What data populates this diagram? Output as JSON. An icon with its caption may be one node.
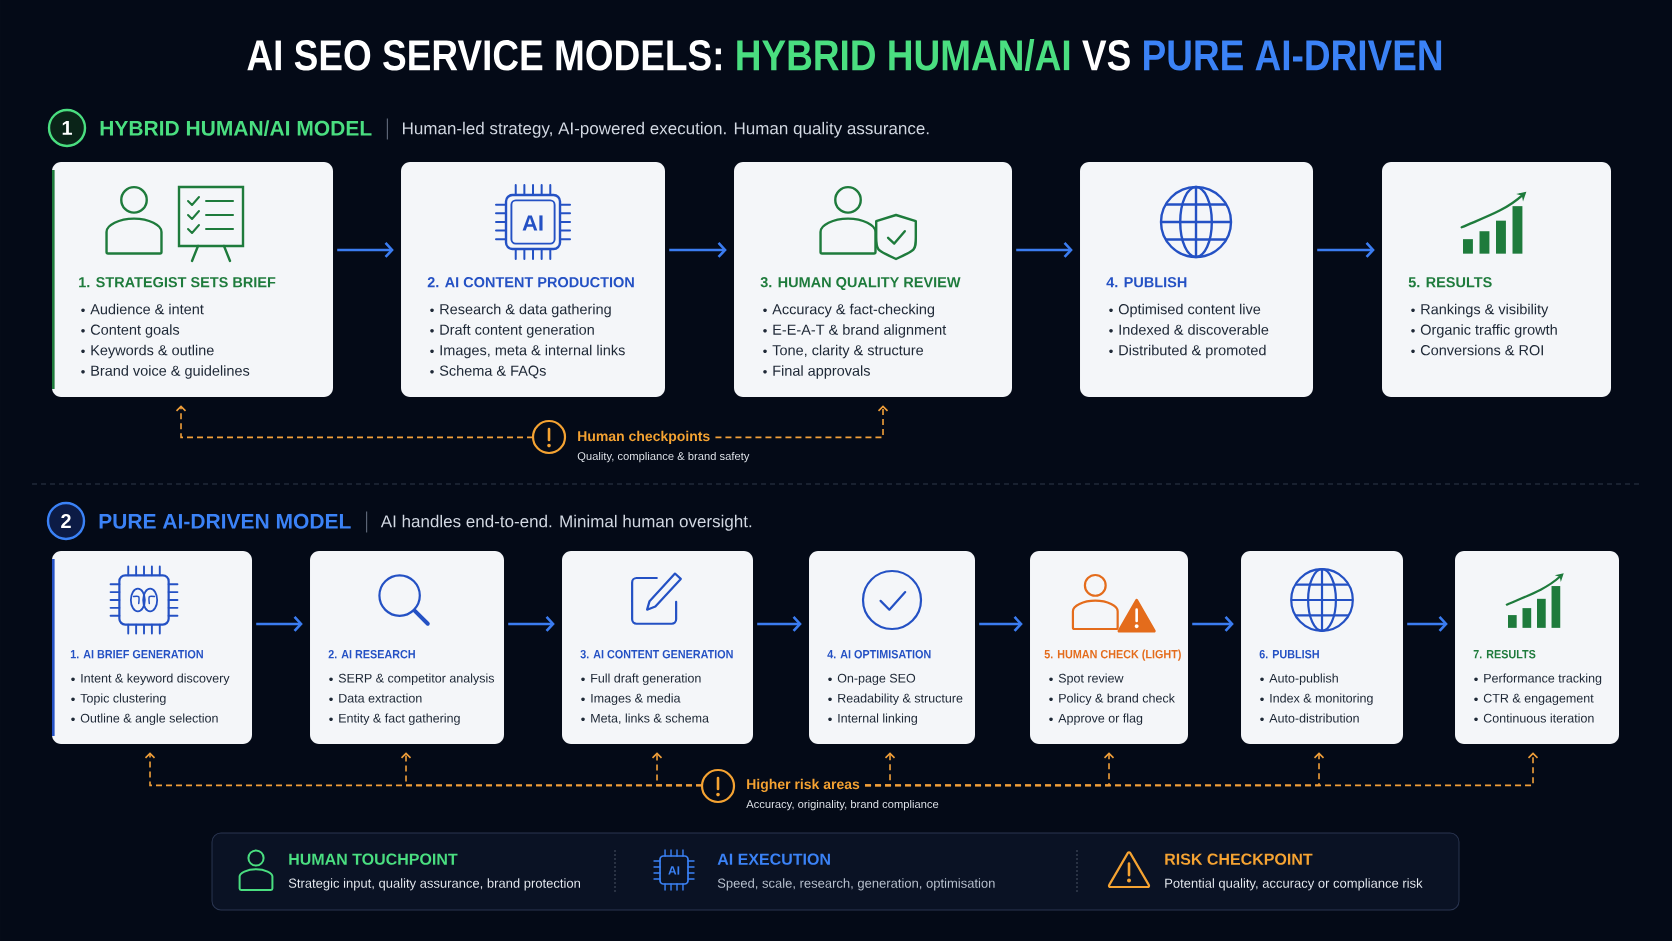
{
  "diagram": {
    "title": "AI SEO SERVICE MODELS: HYBRID HUMAN/AI VS PURE AI-DRIVEN",
    "nodes": [
      {
        "text": [
          "1"
        ],
        "beside": [
          "HYBRID HUMAN/AI MODEL",
          "Human-led strategy, AI-powered execution. Human quality assurance."
        ]
      },
      {
        "text": [
          "1. STRATEGIST SETS BRIEF",
          "Audience & intent",
          "Content goals",
          "Keywords & outline",
          "Brand voice & guidelines"
        ]
      },
      {
        "text": [
          "2. AI CONTENT PRODUCTION",
          "Research & data gathering",
          "Draft content generation",
          "Images, meta & internal links",
          "Schema & FAQs"
        ]
      },
      {
        "text": [
          "3. HUMAN QUALITY REVIEW",
          "Accuracy & fact-checking",
          "E-E-A-T & brand alignment",
          "Tone, clarity & structure",
          "Final approvals"
        ]
      },
      {
        "text": [
          "4. PUBLISH",
          "Optimised content live",
          "Indexed & discoverable",
          "Distributed & promoted"
        ]
      },
      {
        "text": [
          "5. RESULTS",
          "Rankings & visibility",
          "Organic traffic growth",
          "Conversions & ROI"
        ]
      },
      {
        "text": [
          "Human checkpoints",
          "Quality, compliance & brand safety"
        ]
      },
      {
        "text": [
          "2"
        ],
        "beside": [
          "PURE AI-DRIVEN MODEL",
          "AI handles end-to-end. Minimal human oversight."
        ]
      },
      {
        "text": [
          "1. AI BRIEF GENERATION",
          "Intent & keyword discovery",
          "Topic clustering",
          "Outline & angle selection"
        ]
      },
      {
        "text": [
          "2. AI RESEARCH",
          "SERP & competitor analysis",
          "Data extraction",
          "Entity & fact gathering"
        ]
      },
      {
        "text": [
          "3. AI CONTENT GENERATION",
          "Full draft generation",
          "Images & media",
          "Meta, links & schema"
        ]
      },
      {
        "text": [
          "4. AI OPTIMISATION",
          "On-page SEO",
          "Readability & structure",
          "Internal linking"
        ]
      },
      {
        "text": [
          "5. HUMAN CHECK (LIGHT)",
          "Spot review",
          "Policy & brand check",
          "Approve or flag"
        ]
      },
      {
        "text": [
          "6. PUBLISH",
          "Auto-publish",
          "Index & monitoring",
          "Auto-distribution"
        ]
      },
      {
        "text": [
          "7. RESULTS",
          "Performance tracking",
          "CTR & engagement",
          "Continuous iteration"
        ]
      },
      {
        "text": [
          "Higher risk areas",
          "Accuracy, originality, brand compliance"
        ]
      }
    ],
    "edges": [
      {
        "from": 1,
        "to": 2,
        "arrow": "to"
      },
      {
        "from": 2,
        "to": 3,
        "arrow": "to"
      },
      {
        "from": 3,
        "to": 4,
        "arrow": "to"
      },
      {
        "from": 4,
        "to": 5,
        "arrow": "to"
      },
      {
        "from": 6,
        "to": 1,
        "arrow": "to",
        "style": "dashed",
        "color": "#f2a03a"
      },
      {
        "from": 6,
        "to": 3,
        "arrow": "to",
        "style": "dashed",
        "color": "#f2a03a"
      },
      {
        "from": 8,
        "to": 9,
        "arrow": "to"
      },
      {
        "from": 9,
        "to": 10,
        "arrow": "to"
      },
      {
        "from": 10,
        "to": 11,
        "arrow": "to"
      },
      {
        "from": 11,
        "to": 12,
        "arrow": "to"
      },
      {
        "from": 12,
        "to": 13,
        "arrow": "to"
      },
      {
        "from": 13,
        "to": 14,
        "arrow": "to"
      },
      {
        "from": 15,
        "to": 8,
        "arrow": "to",
        "style": "dashed",
        "color": "#f2a03a"
      },
      {
        "from": 15,
        "to": 9,
        "arrow": "to",
        "style": "dashed",
        "color": "#f2a03a"
      },
      {
        "from": 15,
        "to": 10,
        "arrow": "to",
        "style": "dashed",
        "color": "#f2a03a"
      },
      {
        "from": 15,
        "to": 11,
        "arrow": "to",
        "style": "dashed",
        "color": "#f2a03a"
      },
      {
        "from": 15,
        "to": 12,
        "arrow": "to",
        "style": "dashed",
        "color": "#f2a03a"
      },
      {
        "from": 15,
        "to": 13,
        "arrow": "to",
        "style": "dashed",
        "color": "#f2a03a"
      },
      {
        "from": 15,
        "to": 14,
        "arrow": "to",
        "style": "dashed",
        "color": "#f2a03a"
      }
    ],
    "labels": [
      "AI",
      "Strategic input, quality assurance, brand protection",
      "AI",
      "Speed, scale, research, generation, optimisation",
      "Potential quality, accuracy or compliance risk"
    ],
    "legend": [
      {
        "text": "HUMAN TOUCHPOINT"
      },
      {
        "text": "AI EXECUTION"
      },
      {
        "text": "RISK CHECKPOINT"
      }
    ]
  }
}
